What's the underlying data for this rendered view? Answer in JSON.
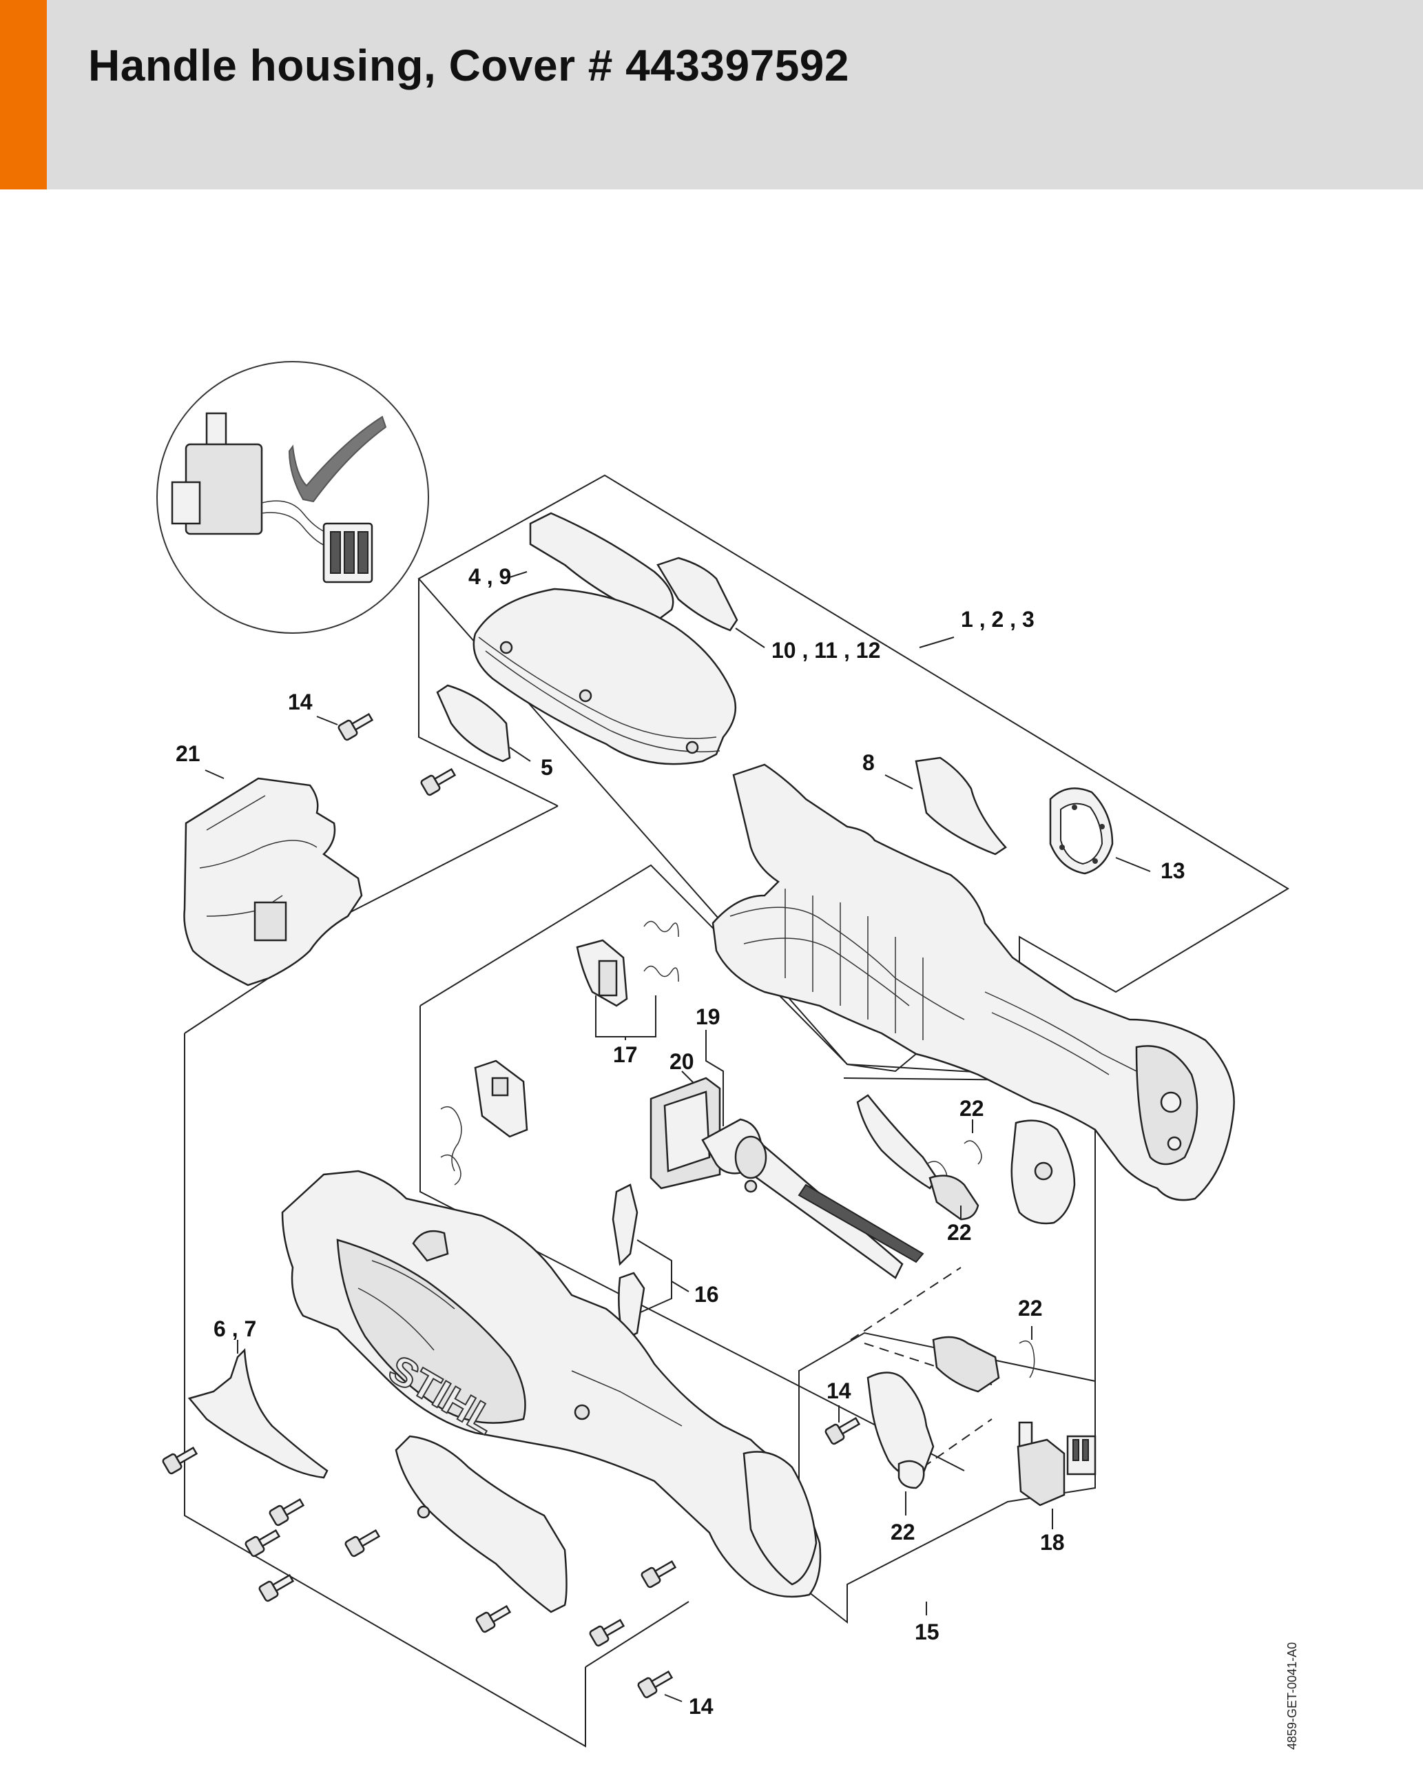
{
  "header": {
    "title": "Handle housing, Cover # 443397592",
    "accent_color": "#f07000",
    "background_color": "#dcdcdc"
  },
  "labels": {
    "l_1_2_3": "1 , 2 , 3",
    "l_4_9": "4 , 9",
    "l_5": "5",
    "l_6_7": "6 , 7",
    "l_8": "8",
    "l_10_11_12": "10 , 11 , 12",
    "l_13": "13",
    "l_14_top": "14",
    "l_14_mid": "14",
    "l_14_bottom": "14",
    "l_15": "15",
    "l_16": "16",
    "l_17": "17",
    "l_18": "18",
    "l_19": "19",
    "l_20": "20",
    "l_21": "21",
    "l_22_a": "22",
    "l_22_b": "22",
    "l_22_c": "22",
    "l_22_d": "22"
  },
  "brand_text": "STIHL",
  "doc_ref": "4859-GET-0041-A0",
  "icons": {
    "checkmark": "checkmark-icon"
  }
}
